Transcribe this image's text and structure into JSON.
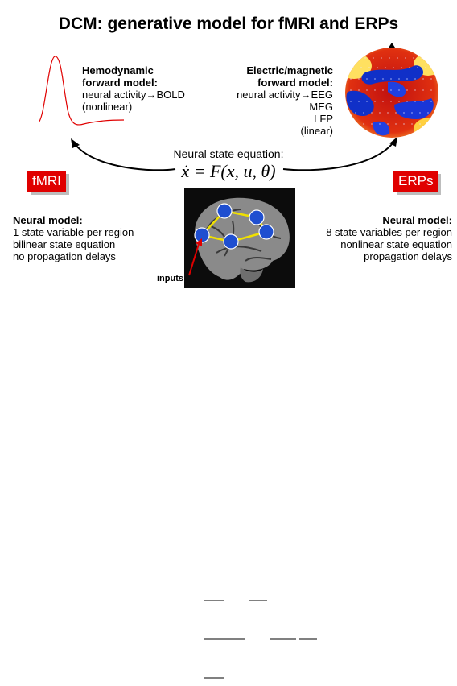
{
  "title": "DCM: generative model for fMRI and ERPs",
  "hemodynamic": {
    "heading": [
      "Hemodynamic",
      "forward model:"
    ],
    "lines": [
      "neural activity→BOLD",
      "(nonlinear)"
    ]
  },
  "electric": {
    "heading": [
      "Electric/magnetic",
      "forward model:"
    ],
    "lines": [
      "neural activity→EEG",
      "MEG",
      "LFP",
      "(linear)"
    ]
  },
  "state_equation": {
    "label": "Neural state equation:",
    "formula": "ẋ = F(x, u, θ)"
  },
  "badges": {
    "fmri": "fMRI",
    "erps": "ERPs"
  },
  "left_model": {
    "heading": "Neural model:",
    "lines": [
      "1 state variable per region",
      "bilinear state equation",
      "no propagation delays"
    ]
  },
  "right_model": {
    "heading": "Neural model:",
    "lines": [
      "8 state variables per region",
      "nonlinear state equation",
      "propagation delays"
    ]
  },
  "brain": {
    "inputs_label": "inputs"
  },
  "colors": {
    "badge": "#e00000",
    "bold_curve": "#e00000",
    "brain_bg": "#101010",
    "node": "#1f4fd0",
    "edge": "#f0e000"
  }
}
